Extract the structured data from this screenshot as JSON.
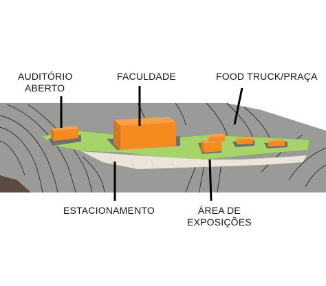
{
  "labels": {
    "auditorio_line1": "AUDITÓRIO",
    "auditorio_line2": "ABERTO",
    "faculdade": "FACULDADE",
    "food_truck": "FOOD TRUCK/PRAÇA",
    "estacionamento": "ESTACIONAMENTO",
    "area_line1": "ÁREA DE",
    "area_line2": "EXPOSIÇÕES"
  },
  "colors": {
    "terrain": "#9a9a98",
    "terrain_dark": "#5a4a40",
    "contour": "#2a2a2a",
    "platform_green": "#a6d46a",
    "parking_beige": "#ece6da",
    "building_orange": "#f58a1f",
    "building_top": "#f7a04a",
    "shadow": "#6f6f6f"
  }
}
